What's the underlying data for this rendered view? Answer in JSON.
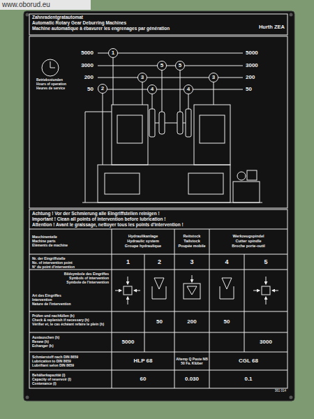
{
  "diagram": {
    "title": "Zahnradentgratautomat",
    "nodes": [
      {
        "text": [
          "1"
        ]
      },
      {
        "text": [
          "5"
        ]
      },
      {
        "text": [
          "5"
        ]
      },
      {
        "text": [
          "3"
        ]
      },
      {
        "text": [
          "3"
        ]
      },
      {
        "text": [
          "2"
        ]
      },
      {
        "text": [
          "4"
        ]
      },
      {
        "text": [
          "4"
        ]
      }
    ],
    "labels": [
      "www.oborud.eu",
      "Automatic Rotary Gear Deburring Machines",
      "Machine automatique à ébavurer les engrenages par génération",
      "Hurth ZEA",
      "5000",
      "5000",
      "3000",
      "3000",
      "200",
      "200",
      "50",
      "50",
      "Betriebsstunden",
      "Hours of operation",
      "Heures de service",
      "Achtung ! Vor der Schmierung alle Eingriffstellen reinigen !",
      "Important ! Clean all points of intervention before lubrication !",
      "Attention ! Avant le graissage, nettoyer tous les points d'intervention !",
      "Maschinenteile",
      "Machine parts",
      "Eléments de machine",
      "Hydraulikanlage",
      "Hydraulic system",
      "Groupe hydraulique",
      "Reitstock",
      "Tailstock",
      "Poupée mobile",
      "Werkzeugspindel",
      "Cutter spindle",
      "Broche porte-outil",
      "Nr. der Eingriffstelle",
      "No. of intervention point",
      "N° du point d'intervention",
      "1",
      "2",
      "3",
      "4",
      "5",
      "Bildsymbole des Eingriffes",
      "Symbols of intervention",
      "Symbole de l'intervention",
      "Art des Eingriffes",
      "Intervention",
      "Nature de l'intervention",
      "Prüfen und nachfüllen (h)",
      "Check & replenish if necessary (h)",
      "Vérifier et, le cas échéant refaire le plein (h)",
      "50",
      "200",
      "50",
      "Austauschen (h)",
      "Renew (h)",
      "Echanger (h)",
      "5000",
      "3000",
      "Schmierstoff nach DIN 8659",
      "Lubrication to DIN 8659",
      "Lubrifiant selon DIN 8659",
      "HLP 68",
      "Altemp Q Paste NB 50 Fa. Klüber",
      "CGL 68",
      "Behälterkapazität (l)",
      "Capacity of reservoir (l)",
      "Contenance (l)",
      "60",
      "0.030",
      "0.1",
      "361 014"
    ]
  }
}
